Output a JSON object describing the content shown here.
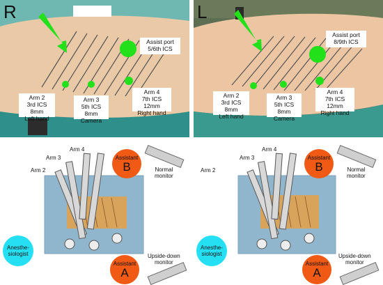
{
  "colors": {
    "port_green": "#22e01a",
    "assistant_orange": "#f05a14",
    "anesthesiologist_cyan": "#25e0f2",
    "arrow_green": "#22e01a"
  },
  "left_panel": {
    "side": "R",
    "assist_port": "Assist port\n5/6th ICS",
    "arm2": "Arm 2\n3rd ICS 8mm\nLeft hand",
    "arm3": "Arm 3\n5th ICS 8mm\nCamera",
    "arm4": "Arm 4\n7th ICS 12mm\nRight hand"
  },
  "right_panel": {
    "side": "L",
    "assist_port": "Assist port\n8/9th ICS",
    "arm2": "Arm 2\n3rd ICS 8mm\nLeft hand",
    "arm3": "Arm 3\n5th ICS 8mm\nCamera",
    "arm4": "Arm 4\n7th ICS 12mm\nRight hand"
  },
  "room": {
    "arm2": "Arm 2",
    "arm3": "Arm 3",
    "arm4": "Arm 4",
    "assistant_label": "Assistant",
    "assistant_b": "B",
    "assistant_a": "A",
    "normal_monitor": "Normal\nmonitor",
    "upside_down_monitor": "Upside-down\nmonitor",
    "anesthesiologist": "Anesthe-\nsiologist"
  }
}
